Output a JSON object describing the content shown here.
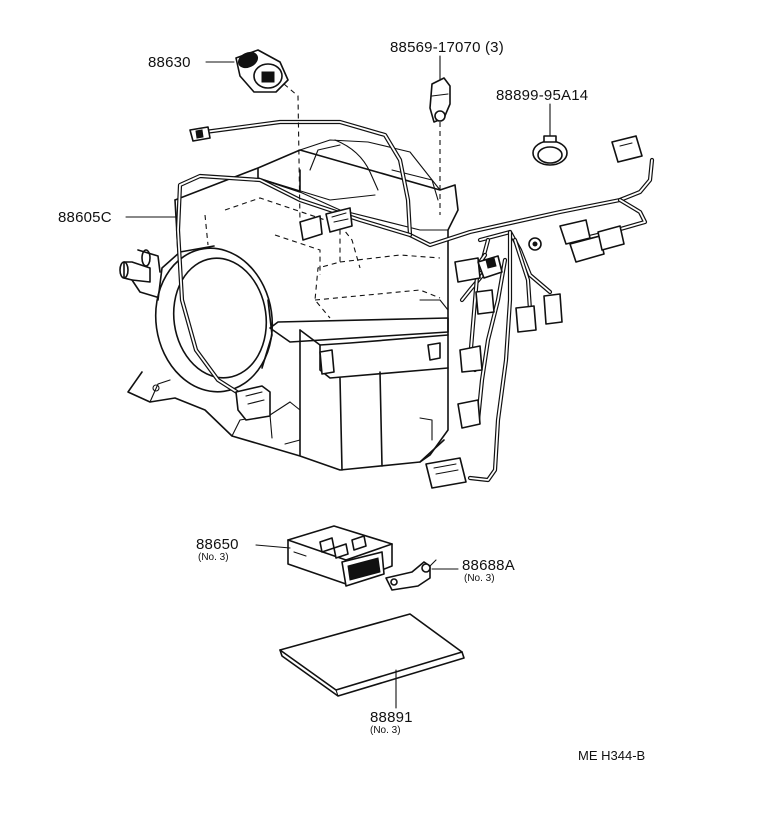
{
  "parts": {
    "p88630": {
      "number": "88630"
    },
    "p88569": {
      "number": "88569-17070 (3)"
    },
    "p88899": {
      "number": "88899-95A14"
    },
    "p88605c": {
      "number": "88605C"
    },
    "p88650": {
      "number": "88650",
      "qty": "(No. 3)"
    },
    "p88688a": {
      "number": "88688A",
      "qty": "(No. 3)"
    },
    "p88891": {
      "number": "88891",
      "qty": "(No. 3)"
    }
  },
  "diagram_code": "ME H344-B",
  "colors": {
    "ink": "#111111",
    "paper": "#ffffff"
  }
}
